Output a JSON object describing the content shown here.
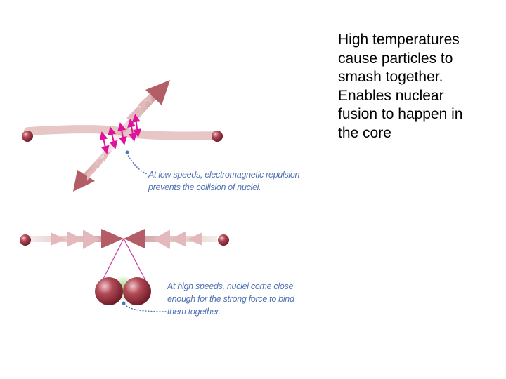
{
  "slide": {
    "text_lines": [
      "High temperatures",
      "cause particles to",
      "smash together.",
      "Enables nuclear",
      "fusion to happen in",
      "the core"
    ]
  },
  "diagram": {
    "low_speed_caption": [
      "At low speeds, electromagnetic repulsion",
      "prevents the collision of nuclei."
    ],
    "high_speed_caption": [
      "At high speeds, nuclei come close",
      "enough for the strong force to bind",
      "them together."
    ],
    "colors": {
      "nucleus": "#9a2e3c",
      "path": "#c08080",
      "repulsion_arrows": "#e0129a",
      "caption": "#4f73b4",
      "strong_force_glow": "#8fd16a"
    }
  }
}
